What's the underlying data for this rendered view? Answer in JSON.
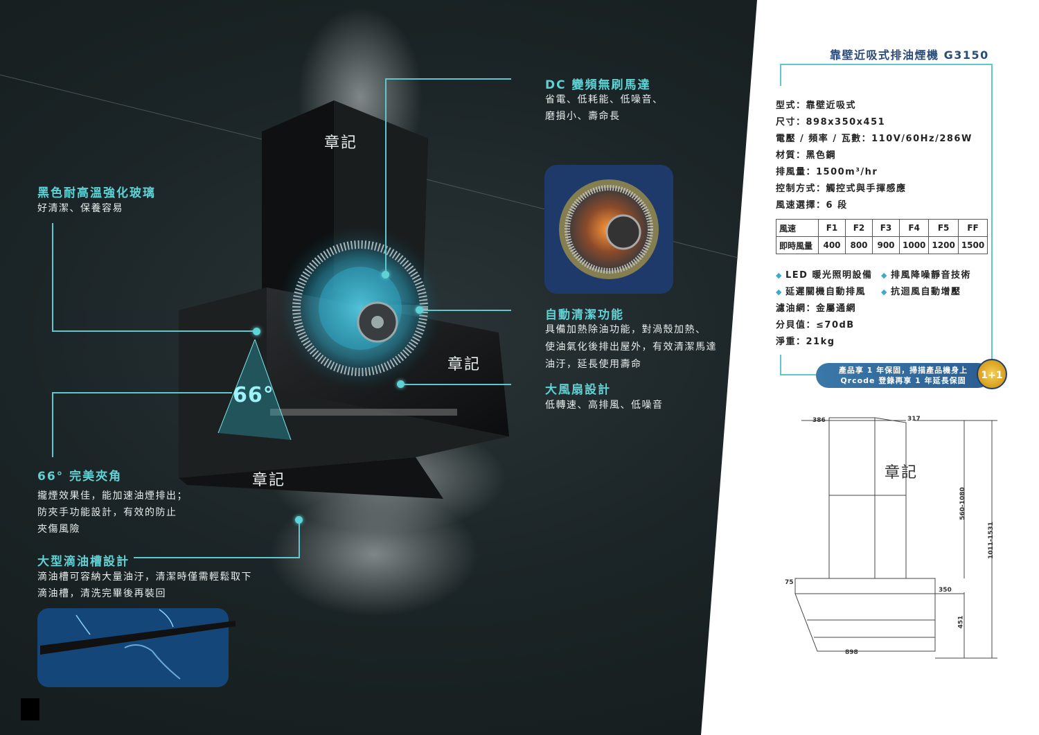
{
  "features": {
    "motor": {
      "title": "DC 變頻無刷馬達",
      "line1": "省電、低耗能、低噪音、",
      "line2": "磨損小、壽命長"
    },
    "glass": {
      "title": "黑色耐高溫強化玻璃",
      "desc": "好清潔、保養容易"
    },
    "clean": {
      "title": "自動清潔功能",
      "line1": "具備加熱除油功能，對渦殼加熱、",
      "line2": "使油氣化後排出屋外，有效清潔馬達",
      "line3": "油汙，延長使用壽命"
    },
    "fan": {
      "title": "大風扇設計",
      "desc": "低轉速、高排風、低噪音"
    },
    "angle": {
      "title": "66° 完美夾角",
      "line1": "攏煙效果佳，能加速油煙排出；",
      "line2": "防夾手功能設計，有效的防止",
      "line3": "夾傷風險",
      "badge": "66°"
    },
    "oiltray": {
      "title": "大型滴油槽設計",
      "line1": "滴油槽可容納大量油汙，清潔時僅需輕鬆取下",
      "line2": "滴油槽，清洗完畢後再裝回"
    }
  },
  "stamps": [
    "章記",
    "章記",
    "章記",
    "章記"
  ],
  "specs": {
    "product_title": "靠壁近吸式排油煙機 G3150",
    "lines": [
      "型式：靠壁近吸式",
      "尺寸：898x350x451",
      "電壓 / 頻率 / 瓦數：110V/60Hz/286W",
      "材質：黑色鋼",
      "排風量：1500m³/hr",
      "控制方式：觸控式與手揮感應",
      "風速選擇：6 段"
    ],
    "speed_table": {
      "row1_label": "風速",
      "speeds": [
        "F1",
        "F2",
        "F3",
        "F4",
        "F5",
        "FF"
      ],
      "row2_label": "即時風量",
      "volumes": [
        "400",
        "800",
        "900",
        "1000",
        "1200",
        "1500"
      ]
    },
    "features": [
      "LED 暖光照明設備",
      "排風降噪靜音技術",
      "延遲關機自動排風",
      "抗迴風自動增壓"
    ],
    "filter": "濾油網：金屬通網",
    "noise": "分貝值：≤70dB",
    "weight": "淨重：21kg",
    "warranty_line1": "產品享 1 年保固，掃描產品機身上",
    "warranty_line2": "Qrcode 登錄再享 1 年延長保固",
    "warranty_badge": "1+1"
  },
  "dimensions": {
    "top_left": "386",
    "top_right": "317",
    "height_upper": "560-1080",
    "height_total": "1011-1531",
    "left_small": "75",
    "depth": "350",
    "height_lower": "451",
    "width": "898"
  },
  "colors": {
    "accent": "#5fd2d6",
    "title_blue": "#2a4b78",
    "badge_gold": "#d89d1c"
  }
}
